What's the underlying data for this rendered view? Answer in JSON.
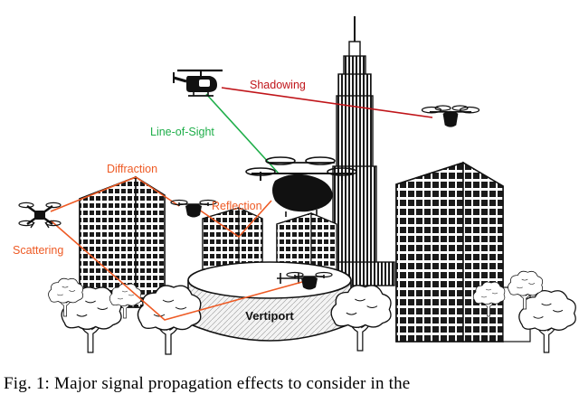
{
  "labels": {
    "shadowing": "Shadowing",
    "line_of_sight": "Line-of-Sight",
    "diffraction": "Diffraction",
    "reflection": "Reflection",
    "scattering": "Scattering",
    "vertiport": "Vertiport"
  },
  "caption": "Fig. 1: Major signal propagation effects to consider in the",
  "colors": {
    "shadowing": "#c0151a",
    "line_of_sight": "#1fae4a",
    "effects": "#ee5a24",
    "outline": "#111111"
  }
}
